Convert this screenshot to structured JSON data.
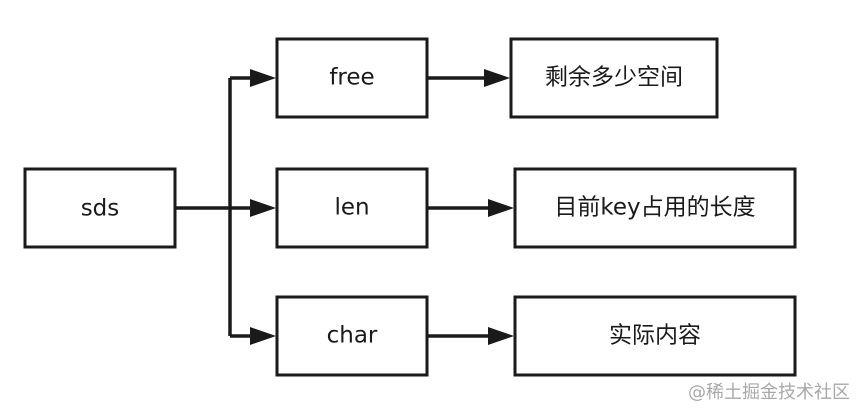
{
  "diagram": {
    "root": {
      "label": "sds"
    },
    "fields": [
      {
        "label": "free",
        "description": "剩余多少空间"
      },
      {
        "label": "len",
        "description": "目前key占用的长度"
      },
      {
        "label": "char",
        "description": "实际内容"
      }
    ]
  },
  "watermark": "@稀土掘金技术社区",
  "colors": {
    "stroke": "#1a1a1a",
    "background": "#ffffff",
    "watermark": "#a8a8a8"
  }
}
